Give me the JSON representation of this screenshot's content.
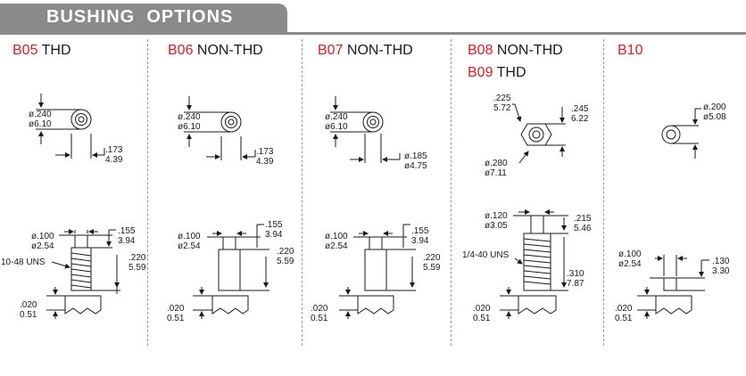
{
  "header": {
    "title": "BUSHING  OPTIONS"
  },
  "options": [
    {
      "code": "B05",
      "desc": "THD",
      "top_dims": [
        "ø.240",
        "ø6.10",
        ".173",
        "4.39"
      ],
      "side_dims": [
        "ø.100",
        "ø2.54",
        ".155",
        "3.94",
        ".220",
        "5.59",
        "10-48 UNS",
        ".020",
        "0.51"
      ]
    },
    {
      "code": "B06",
      "desc": "NON-THD",
      "top_dims": [
        "ø.240",
        "ø6.10",
        ".173",
        "4.39"
      ],
      "side_dims": [
        "ø.100",
        "ø2.54",
        ".155",
        "3.94",
        ".220",
        "5.59",
        ".020",
        "0.51"
      ]
    },
    {
      "code": "B07",
      "desc": "NON-THD",
      "top_dims": [
        "ø.240",
        "ø6.10",
        "ø.185",
        "ø4.75"
      ],
      "side_dims": [
        "ø.100",
        "ø2.54",
        ".155",
        "3.94",
        ".220",
        "5.59",
        ".020",
        "0.51"
      ]
    },
    {
      "code": "B08",
      "desc": "NON-THD",
      "code2": "B09",
      "desc2": "THD",
      "top_dims": [
        ".225",
        "5.72",
        ".245",
        "6.22",
        "ø.280",
        "ø7.11"
      ],
      "side_dims": [
        "ø.120",
        "ø3.05",
        ".215",
        "5.46",
        "1/4-40 UNS",
        ".310",
        "7.87",
        ".020",
        "0.51"
      ]
    },
    {
      "code": "B10",
      "desc": "",
      "top_dims": [
        "ø.200",
        "ø5.08"
      ],
      "side_dims": [
        "ø.100",
        "ø2.54",
        ".130",
        "3.30",
        ".020",
        "0.51"
      ]
    }
  ],
  "colors": {
    "header_bg": "#8a8a8a",
    "code_red": "#d0202a",
    "line": "#1a1a1a"
  }
}
